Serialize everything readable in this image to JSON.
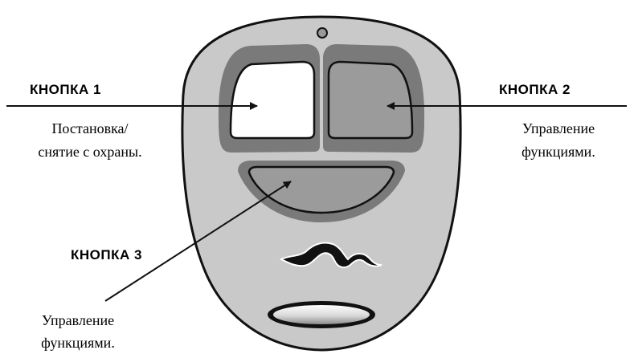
{
  "colors": {
    "body_fill": "#c9c9c9",
    "recess_fill": "#7a7a7a",
    "button_1_fill": "#ffffff",
    "button_2_fill": "#9b9b9b",
    "button_3_fill": "#9b9b9b",
    "stroke": "#111111",
    "led_fill": "#999999"
  },
  "button_1": {
    "heading": "КНОПКА 1",
    "caption_line_1": "Постановка/",
    "caption_line_2": "снятие с охраны."
  },
  "button_2": {
    "heading": "КНОПКА 2",
    "caption_line_1": "Управление",
    "caption_line_2": "функциями."
  },
  "button_3": {
    "heading": "КНОПКА 3",
    "caption_line_1": "Управление",
    "caption_line_2": "функциями."
  },
  "icons": {
    "led": "led-indicator-icon",
    "logo": "dolphin-logo-icon",
    "key_slot": "key-ring-slot-icon"
  }
}
